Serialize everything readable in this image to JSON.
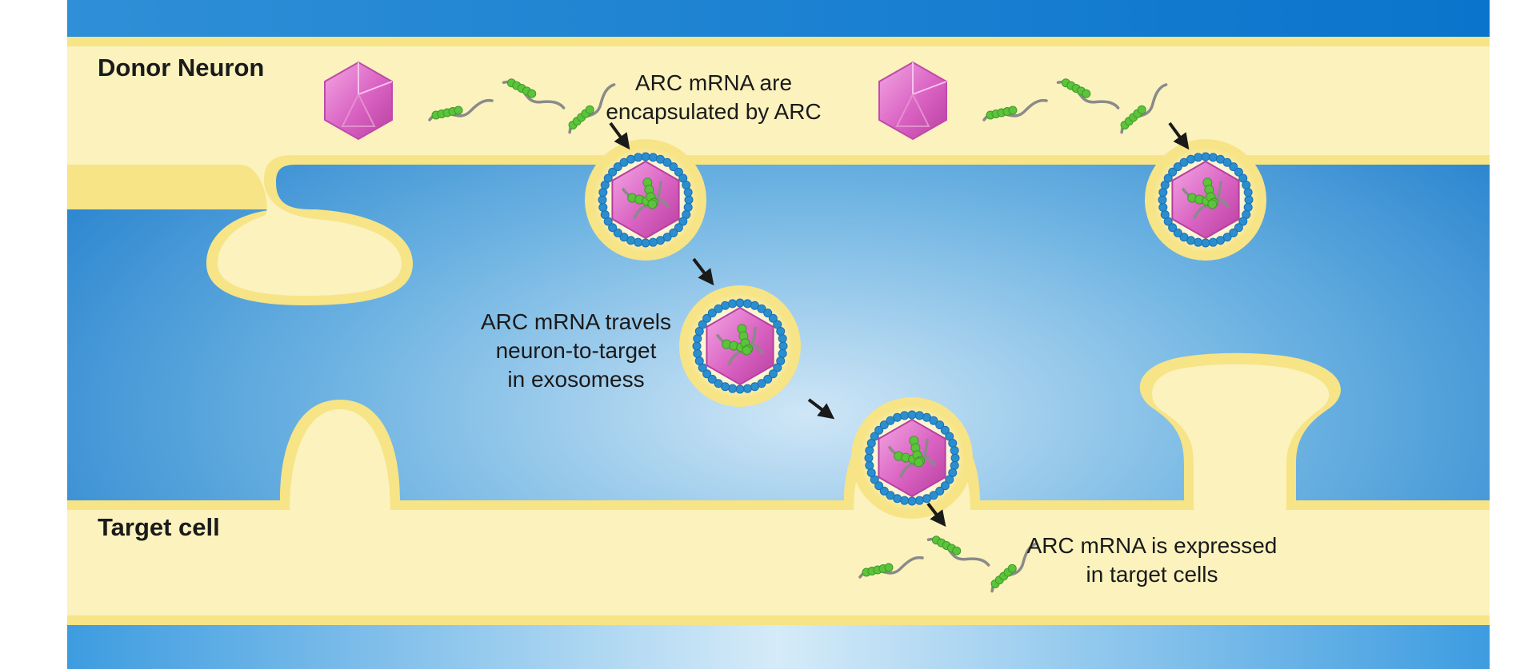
{
  "labels": {
    "donor": "Donor Neuron",
    "target": "Target cell"
  },
  "captions": {
    "encapsulated": [
      "ARC mRNA are",
      "encapsulated by ARC"
    ],
    "travels": [
      "ARC mRNA travels",
      "neuron-to-target",
      "in exosomess"
    ],
    "expressed": [
      "ARC mRNA is expressed",
      "in target cells"
    ]
  },
  "colors": {
    "extracellular": "#1f80cf",
    "membrane": "#f6e486",
    "cytoplasm": "#fbf2bd",
    "capsid": "#d75fbd",
    "exosome_coat": "#2a8fd0",
    "mrna_strand": "#8a8a8a",
    "mrna_beads": "#5bc43a",
    "arrow": "#1a1a1a"
  }
}
